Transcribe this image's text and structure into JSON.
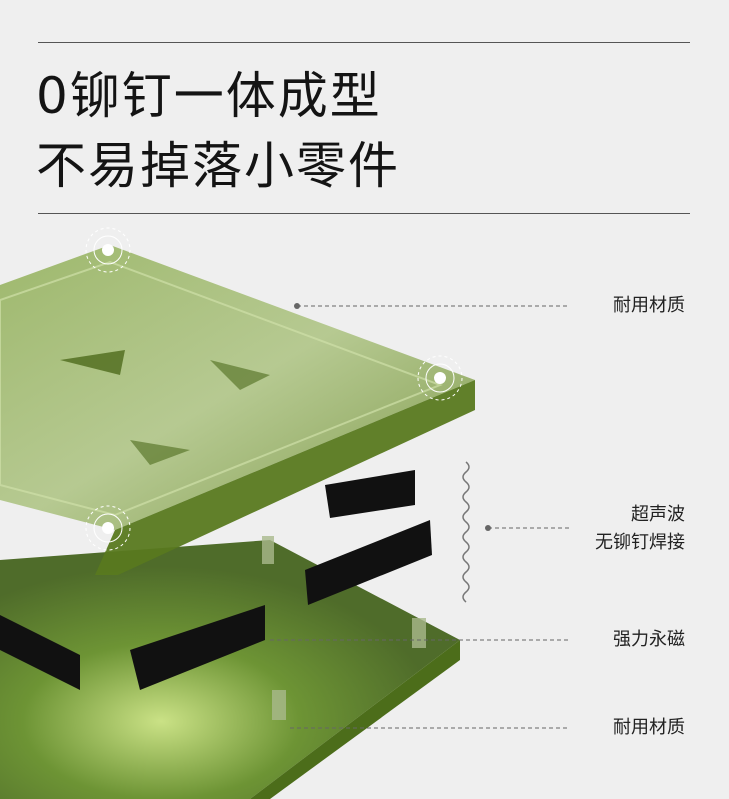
{
  "headline": {
    "line1": "0铆钉一体成型",
    "line2": "不易掉落小零件"
  },
  "callouts": [
    {
      "text": "耐用材质"
    },
    {
      "text": "超声波",
      "text2": "无铆钉焊接"
    },
    {
      "text": "强力永磁"
    },
    {
      "text": "耐用材质"
    }
  ],
  "colors": {
    "background": "#efefef",
    "plate_green": "#7c9a3c",
    "magnet": "#111111"
  }
}
